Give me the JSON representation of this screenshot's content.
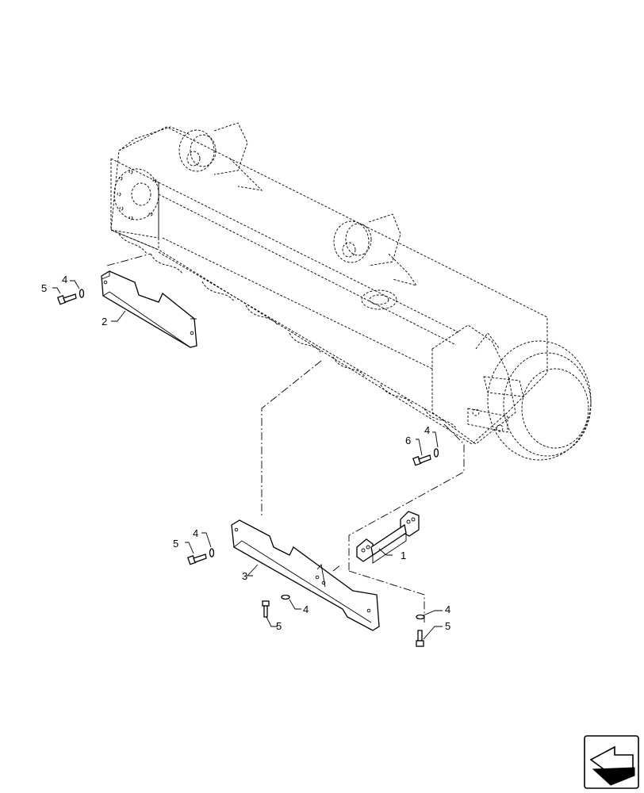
{
  "diagram": {
    "callouts": [
      {
        "id": "c1",
        "text": "1"
      },
      {
        "id": "c2",
        "text": "2"
      },
      {
        "id": "c3",
        "text": "3"
      },
      {
        "id": "c4a",
        "text": "4"
      },
      {
        "id": "c5a",
        "text": "5"
      },
      {
        "id": "c4b",
        "text": "4"
      },
      {
        "id": "c6",
        "text": "6"
      },
      {
        "id": "c4c",
        "text": "4"
      },
      {
        "id": "c5b",
        "text": "5"
      },
      {
        "id": "c4d",
        "text": "4"
      },
      {
        "id": "c5c",
        "text": "5"
      },
      {
        "id": "c4e",
        "text": "4"
      },
      {
        "id": "c5d",
        "text": "5"
      }
    ],
    "nav_icon": "page-navigation-arrow-icon"
  }
}
